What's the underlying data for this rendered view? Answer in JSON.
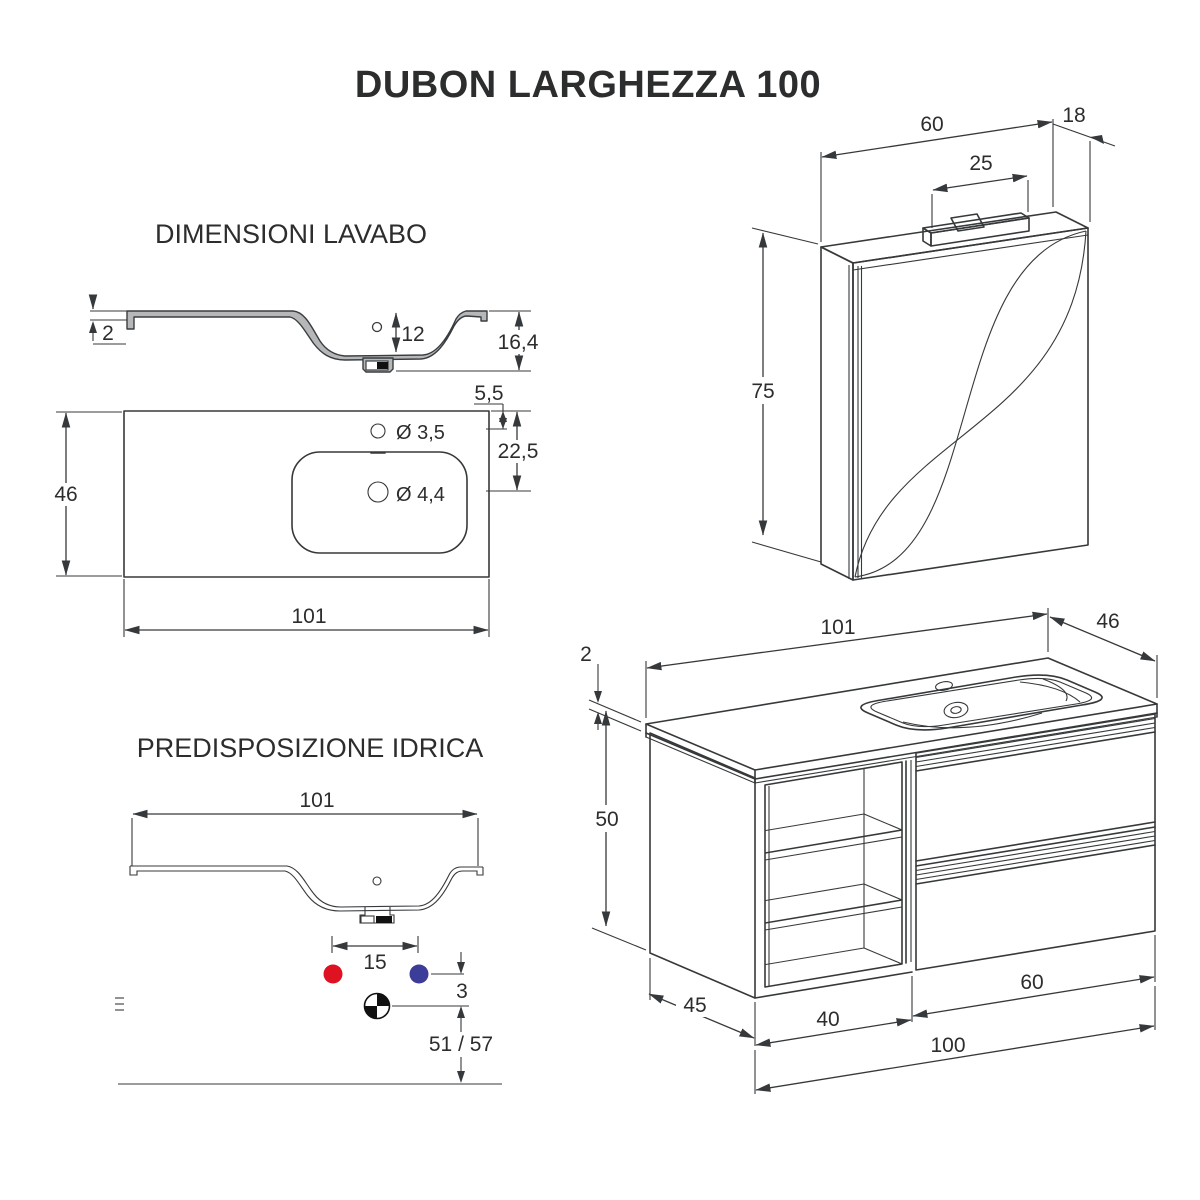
{
  "title": "DUBON LARGHEZZA 100",
  "colors": {
    "line": "#36393b",
    "profile_fill": "#b5b7b9",
    "hot_water": "#de1220",
    "cold_water": "#3c3c99"
  },
  "lavabo": {
    "heading": "DIMENSIONI LAVABO",
    "profile": {
      "thickness": "2",
      "bowl_depth": "12",
      "total_height": "16,4"
    },
    "plan": {
      "edge_to_faucet": "5,5",
      "faucet_hole": "Ø 3,5",
      "edge_to_drain": "22,5",
      "drain_hole": "Ø 4,4",
      "depth": "46",
      "width": "101"
    }
  },
  "idrica": {
    "heading": "PREDISPOSIZIONE IDRICA",
    "width": "101",
    "supply_spacing": "15",
    "supply_to_drain": "3",
    "drain_floor_height": "51 / 57"
  },
  "mirror": {
    "width": "60",
    "depth": "18",
    "light_width": "25",
    "height": "75"
  },
  "vanity": {
    "top_thickness": "2",
    "top_width": "101",
    "top_depth": "46",
    "height": "50",
    "depth": "45",
    "open_width": "40",
    "drawers_width": "60",
    "total_width": "100"
  }
}
